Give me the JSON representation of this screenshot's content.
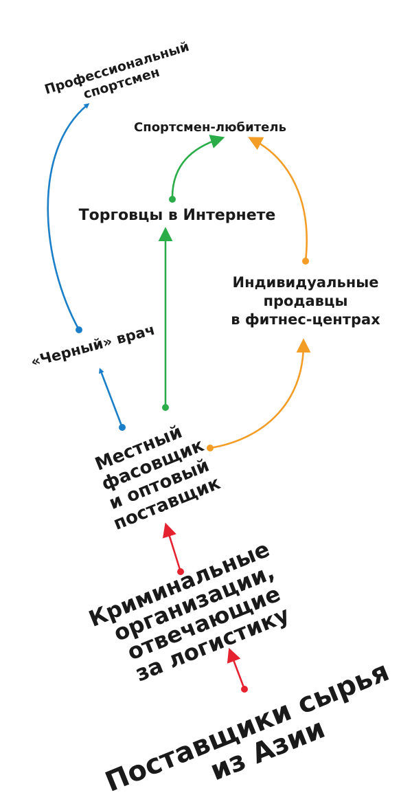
{
  "colors": {
    "blue": "#1a7fc8",
    "green": "#2aad48",
    "orange": "#f39c26",
    "red": "#e52230"
  },
  "nodes": {
    "pro_athlete": [
      "Профессиональный",
      "спортсмен"
    ],
    "amateur_athlete": "Спортсмен-любитель",
    "internet_sellers": "Торговцы в Интернете",
    "fitness_sellers": [
      "Индивидуальные",
      "продавцы",
      "в фитнес-центрах"
    ],
    "black_doctor": "«Черный» врач",
    "local_packer": [
      "Местный",
      "фасовщик",
      "и оптовый",
      "поставщик"
    ],
    "criminal_orgs": [
      "Криминальные",
      "организации,",
      "отвечающие",
      "за логистику"
    ],
    "asia_suppliers": [
      "Поставщики сырья",
      "из Азии"
    ]
  }
}
